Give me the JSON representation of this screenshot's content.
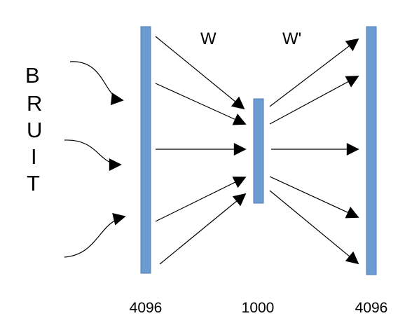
{
  "noise_label": [
    "B",
    "R",
    "U",
    "I",
    "T"
  ],
  "weights": {
    "encoder": "W",
    "decoder": "W'"
  },
  "layer_sizes": {
    "input": "4096",
    "hidden": "1000",
    "output": "4096"
  },
  "colors": {
    "layer_fill": "#6b9bd1",
    "layer_stroke": "#4f7fb3",
    "arrow": "#000000"
  }
}
